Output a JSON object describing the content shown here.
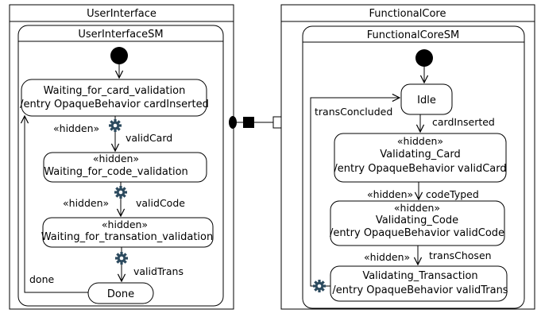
{
  "left_block": {
    "title": "UserInterface",
    "machine_title": "UserInterfaceSM",
    "states": {
      "waiting_card": {
        "line1": "Waiting_for_card_validation",
        "line2": "/entry OpaqueBehavior cardInserted"
      },
      "waiting_code": {
        "stereotype": "«hidden»",
        "name": "Waiting_for_code_validation"
      },
      "waiting_transaction": {
        "stereotype": "«hidden»",
        "name": "Waiting_for_transation_validation"
      },
      "done": {
        "name": "Done"
      }
    },
    "transitions": {
      "valid_card": {
        "stereotype": "«hidden»",
        "label": "validCard"
      },
      "valid_code": {
        "stereotype": "«hidden»",
        "label": "validCode"
      },
      "valid_trans": {
        "label": "validTrans"
      },
      "done": {
        "label": "done"
      }
    }
  },
  "right_block": {
    "title": "FunctionalCore",
    "machine_title": "FunctionalCoreSM",
    "states": {
      "idle": {
        "name": "Idle"
      },
      "validating_card": {
        "stereotype": "«hidden»",
        "name": "Validating_Card",
        "entry": "/entry OpaqueBehavior validCard"
      },
      "validating_code": {
        "stereotype": "«hidden»",
        "name": "Validating_Code",
        "entry": "/entry OpaqueBehavior validCode"
      },
      "validating_transaction": {
        "name": "Validating_Transaction",
        "entry": "/entry OpaqueBehavior validTrans"
      }
    },
    "transitions": {
      "card_inserted": {
        "label": "cardInserted"
      },
      "code_typed": {
        "stereotype": "«hidden»",
        "label": "codeTyped"
      },
      "trans_chosen": {
        "stereotype": "«hidden»",
        "label": "transChosen"
      },
      "trans_concluded": {
        "label": "transConcluded"
      }
    }
  },
  "icons": {
    "port_connector": "port-connector",
    "gear": "gear-icon"
  }
}
